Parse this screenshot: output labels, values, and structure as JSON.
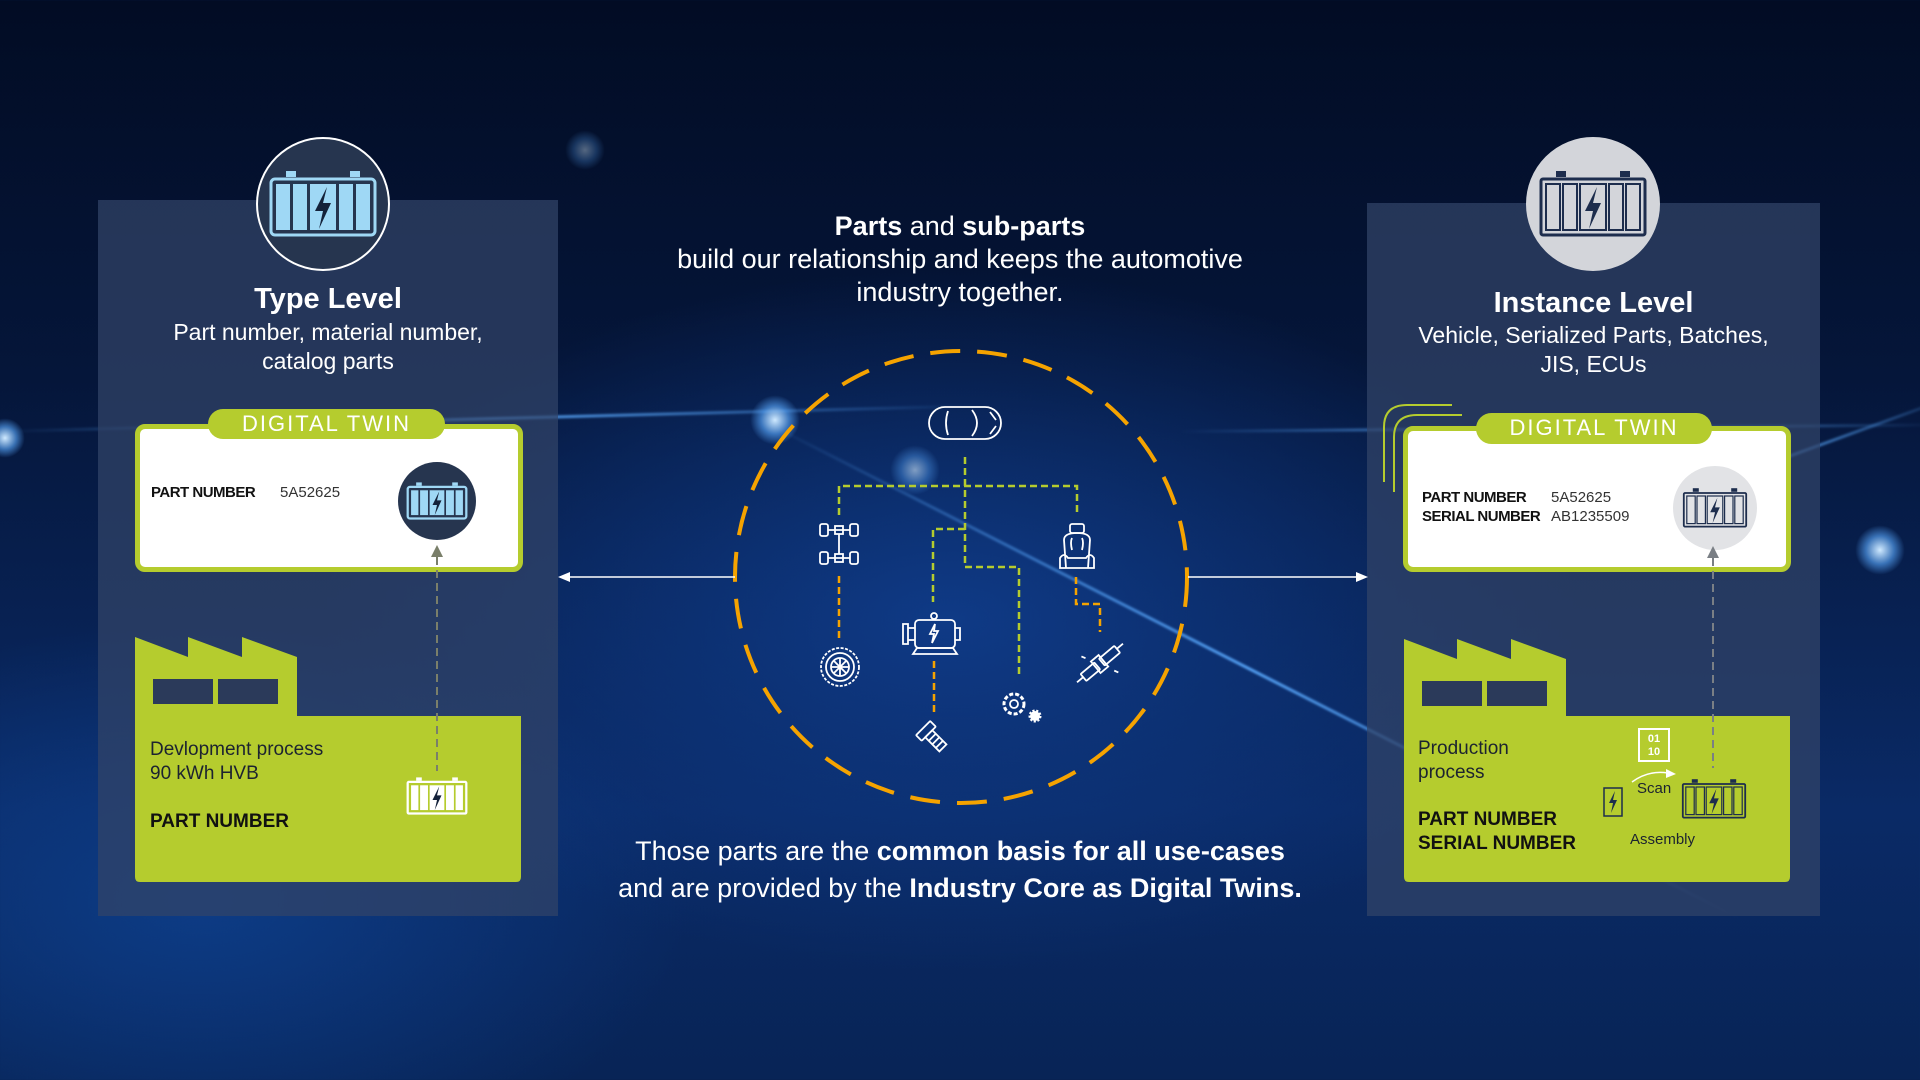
{
  "header": {
    "line1_bold_a": "Parts",
    "line1_mid": " and ",
    "line1_bold_b": "sub-parts",
    "line2": "build our relationship and keeps the automotive",
    "line3": "industry together."
  },
  "footer": {
    "line1_plain": "Those parts are the ",
    "line1_bold": "common basis for all use-cases",
    "line2_plain": "and are provided by the ",
    "line2_bold": "Industry Core as Digital Twins."
  },
  "type_level": {
    "title": "Type Level",
    "subtitle_1": "Part number, material number,",
    "subtitle_2": "catalog parts",
    "icon": "battery-icon",
    "digital_twin": {
      "label": "DIGITAL TWIN",
      "part_number_label": "PART NUMBER",
      "part_number_value": "5A52625"
    },
    "factory": {
      "line1": "Devlopment process",
      "line2": "90 kWh HVB",
      "id_label": "PART NUMBER"
    }
  },
  "instance_level": {
    "title": "Instance Level",
    "subtitle_1": "Vehicle, Serialized Parts, Batches,",
    "subtitle_2": "JIS, ECUs",
    "icon": "battery-icon",
    "digital_twin": {
      "label": "DIGITAL TWIN",
      "part_number_label": "PART NUMBER",
      "part_number_value": "5A52625",
      "serial_number_label": "SERIAL NUMBER",
      "serial_number_value": "AB1235509"
    },
    "factory": {
      "line1": "Production",
      "line2": "process",
      "id_label_1": "PART NUMBER",
      "id_label_2": "SERIAL NUMBER",
      "scan_label": "Scan",
      "assembly_label": "Assembly",
      "binary_1": "01",
      "binary_2": "10"
    }
  },
  "diagram": {
    "parts": [
      "car-icon",
      "chassis-icon",
      "seat-icon",
      "motor-icon",
      "tire-icon",
      "bolt-icon",
      "gears-icon",
      "seatbelt-icon"
    ]
  },
  "colors": {
    "accent_green": "#b5cc2e",
    "orange": "#f5a300",
    "panel": "#324468",
    "battery_blue": "#9fd8f5"
  }
}
